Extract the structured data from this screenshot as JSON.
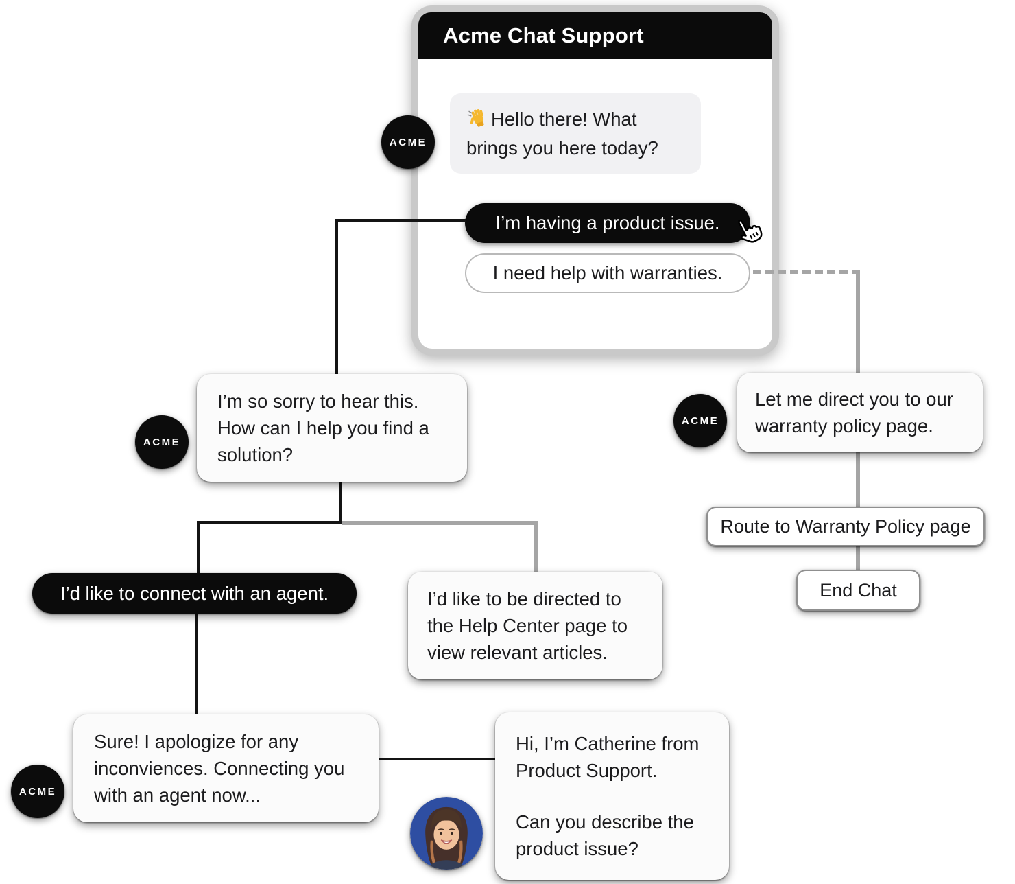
{
  "colors": {
    "header_bg": "#0b0b0b",
    "selected_bubble": "#0b0b0b",
    "bot_bubble": "#f1f1f3",
    "card_bg": "#fbfbfb",
    "window_frame": "#c9c9c9",
    "line_black": "#141414",
    "line_gray": "#a5a5a5",
    "node_border": "#8f8f8f",
    "photo_bg": "#2e4ea2",
    "text_dark": "#1b1b1d"
  },
  "avatars": {
    "acme_label": "ACME"
  },
  "chat_window": {
    "title": "Acme Chat Support",
    "greeting": "Hello there! What brings you here today?",
    "options": [
      {
        "label": "I’m having a product issue.",
        "selected": true
      },
      {
        "label": "I need help with warranties.",
        "selected": false
      }
    ]
  },
  "nodes": {
    "sorry": {
      "text": "I’m so sorry to hear this. How can I help you find a solution?"
    },
    "warranty_reply": {
      "text": "Let me direct you to our warranty policy page."
    },
    "agent_option": {
      "text": "I’d like to connect with an agent."
    },
    "help_center_option": {
      "text": "I’d like to be directed to the Help Center page to view relevant articles."
    },
    "connecting": {
      "text": "Sure! I apologize for any inconviences. Connecting you with an agent now..."
    },
    "catherine": {
      "intro": "Hi, I’m Catherine from Product Support.",
      "question": "Can you describe the product issue?"
    },
    "route_warranty": {
      "label": "Route to Warranty Policy page"
    },
    "end_chat": {
      "label": "End Chat"
    }
  }
}
